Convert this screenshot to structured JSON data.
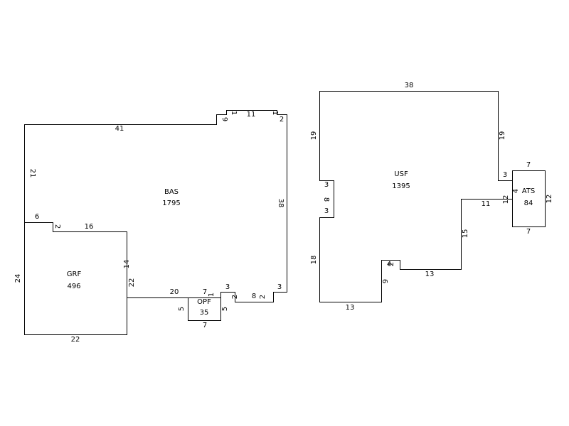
{
  "areas": {
    "bas": {
      "code": "BAS",
      "size": "1795"
    },
    "grf": {
      "code": "GRF",
      "size": "496"
    },
    "opf": {
      "code": "OPF",
      "size": "35"
    },
    "usf": {
      "code": "USF",
      "size": "1395"
    },
    "ats": {
      "code": "ATS",
      "size": "84"
    }
  },
  "dims": {
    "bas_top_left": "41",
    "bas_left": "21",
    "bas_notch_a": "9",
    "bas_notch_b": "1",
    "bas_top_right": "11",
    "bas_notch_c": "1",
    "bas_notch_d": "2",
    "bas_right": "38",
    "bas_step_top": "6",
    "bas_step_down": "2",
    "bas_step_run": "16",
    "bas_grf_side_upper": "14",
    "bas_grf_side_lower": "22",
    "bas_bottom_left": "20",
    "bas_opf_top": "7",
    "bas_opf_small": "1",
    "bas_bottom_step": "3",
    "bas_bottom_jog_a": "2",
    "bas_bottom_mid": "8",
    "bas_bottom_jog_b": "2",
    "bas_bottom_right_step": "3",
    "grf_left": "24",
    "grf_bottom": "22",
    "opf_left": "5",
    "opf_right": "5",
    "opf_bottom": "7",
    "usf_top": "38",
    "usf_left_upper": "19",
    "usf_right_upper": "19",
    "usf_left_jog_a": "3",
    "usf_left_jog_mid": "8",
    "usf_left_jog_b": "3",
    "usf_left_lower": "18",
    "usf_bottom_left": "13",
    "usf_lower_vertical": "9",
    "usf_small_a": "4",
    "usf_small_b": "2",
    "usf_bottom_mid": "13",
    "usf_right_mid": "15",
    "usf_ledge": "11",
    "usf_ledge_up": "12",
    "usf_right_step": "3",
    "ats_top": "7",
    "ats_left_small": "4",
    "ats_right": "12",
    "ats_bottom": "7"
  }
}
